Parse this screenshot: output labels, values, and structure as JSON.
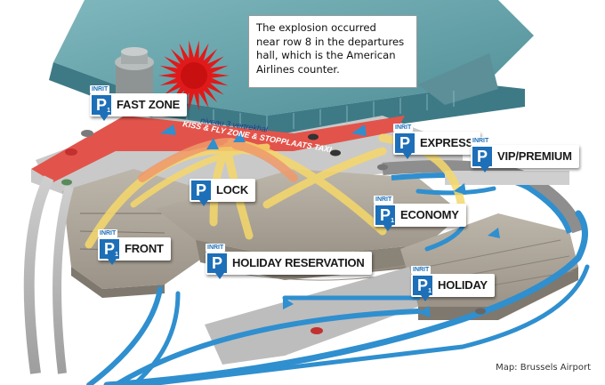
{
  "caption": {
    "lines": [
      "The explosion occurred",
      "near row 8 in the departures",
      "hall, which is the American",
      "Airlines counter."
    ]
  },
  "credit": "Map: Brussels Airport",
  "road_labels": {
    "niveau": "niveau 3 vertrekhal",
    "kiss_fly": "KISS & FLY ZONE & STOPPLAATS TAXI"
  },
  "parking": {
    "inrit": "INRIT",
    "p_letter": "P",
    "sub_marker": "1",
    "signs": [
      {
        "id": "fast-zone",
        "label": "FAST ZONE",
        "sub": true
      },
      {
        "id": "express",
        "label": "EXPRESS",
        "sub": false
      },
      {
        "id": "vip-premium",
        "label": "VIP/PREMIUM",
        "sub": false
      },
      {
        "id": "lock",
        "label": "LOCK",
        "sub": false
      },
      {
        "id": "economy",
        "label": "ECONOMY",
        "sub": true
      },
      {
        "id": "front",
        "label": "FRONT",
        "sub": true
      },
      {
        "id": "holiday-reservation",
        "label": "HOLIDAY RESERVATION",
        "sub": false
      },
      {
        "id": "holiday",
        "label": "HOLIDAY",
        "sub": true
      }
    ]
  },
  "colors": {
    "terminal_roof": "#5b9aa2",
    "terminal_glass": "#3e7a86",
    "kiss_fly_zone": "#e2544b",
    "road_blue": "#2f8fcf",
    "walkway_yellow": "#f6d86a",
    "parking_deck": "#a79f93",
    "explosion": "#e01a1a",
    "sign_blue": "#1d6fb8"
  }
}
